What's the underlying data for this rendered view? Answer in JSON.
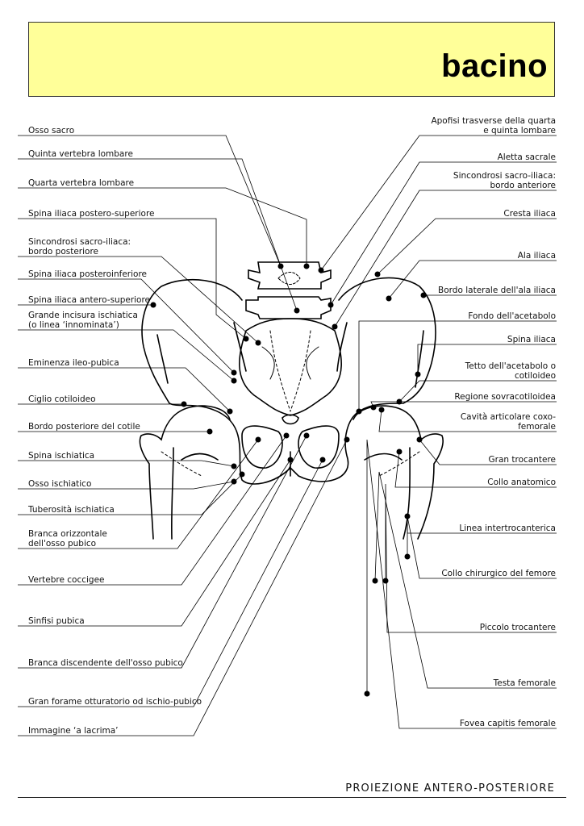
{
  "title": "bacino",
  "footer": "PROIEZIONE ANTERO-POSTERIORE",
  "left_labels": [
    [
      "Osso sacro"
    ],
    [
      "Quinta vertebra lombare"
    ],
    [
      "Quarta vertebra lombare"
    ],
    [
      "Spina iliaca postero-superiore"
    ],
    [
      "Sincondrosi sacro-iliaca:",
      "bordo posteriore"
    ],
    [
      "Spina iliaca posteroinferiore"
    ],
    [
      "Spina iliaca antero-superiore"
    ],
    [
      "Grande incisura ischiatica",
      "(o linea ‘innominata’)"
    ],
    [
      "Eminenza ileo-pubica"
    ],
    [
      "Ciglio cotiloideo"
    ],
    [
      "Bordo posteriore del cotile"
    ],
    [
      "Spina ischiatica"
    ],
    [
      "Osso ischiatico"
    ],
    [
      "Tuberosità ischiatica"
    ],
    [
      "Branca orizzontale",
      "dell'osso pubico"
    ],
    [
      "Vertebre coccigee"
    ],
    [
      "Sinfisi pubica"
    ],
    [
      "Branca discendente dell'osso pubico"
    ],
    [
      "Gran forame otturatorio od ischio-pubico"
    ],
    [
      "Immagine ‘a lacrima’"
    ]
  ],
  "right_labels": [
    [
      "Apofisi trasverse della quarta",
      "e quinta lombare"
    ],
    [
      "Aletta sacrale"
    ],
    [
      "Sincondrosi sacro-iliaca:",
      "bordo anteriore"
    ],
    [
      "Cresta iliaca"
    ],
    [
      "Ala iliaca"
    ],
    [
      "Bordo laterale dell'ala iliaca"
    ],
    [
      "Fondo dell'acetabolo"
    ],
    [
      "Spina iliaca"
    ],
    [
      "Tetto dell'acetabolo o",
      "cotiloideo"
    ],
    [
      "Regione sovracotiloidea"
    ],
    [
      "Cavità articolare coxo-",
      "femorale"
    ],
    [
      "Gran trocantere"
    ],
    [
      "Collo anatomico"
    ],
    [
      "Linea intertrocanterica"
    ],
    [
      "Collo chirurgico del femore"
    ],
    [
      "Piccolo trocantere"
    ],
    [
      "Testa femorale"
    ],
    [
      "Fovea capitis femorale"
    ]
  ],
  "colors": {
    "title_bg": "#ffff99"
  }
}
